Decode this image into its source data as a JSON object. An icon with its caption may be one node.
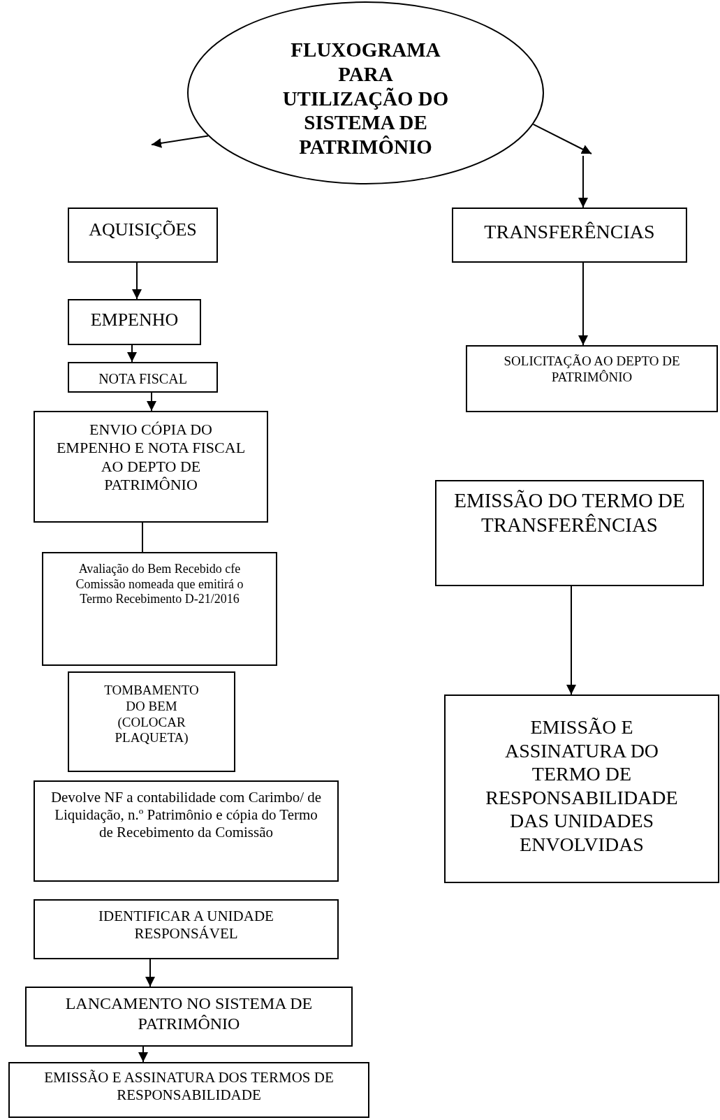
{
  "diagram": {
    "nodes": [
      {
        "text": [
          "FLUXOGRAMA PARA UTILIZAÇÃO DO SISTEMA DE PATRIMÔNIO"
        ]
      },
      {
        "text": [
          "AQUISIÇÕES"
        ]
      },
      {
        "text": [
          "EMPENHO"
        ]
      },
      {
        "text": [
          "NOTA FISCAL"
        ]
      },
      {
        "text": [
          "ENVIO CÓPIA DO EMPENHO E NOTA FISCAL AO DEPTO DE PATRIMÔNIO"
        ]
      },
      {
        "text": [
          "Avaliação do Bem Recebido cfe Comissão nomeada que emitirá o Termo Recebimento D-21/2016"
        ]
      },
      {
        "text": [
          "TOMBAMENTO DO BEM (COLOCAR PLAQUETA)"
        ]
      },
      {
        "text": [
          "Devolve NF a contabilidade com Carimbo/ de Liquidação, n.º Patrimônio e cópia do Termo de Recebimento da Comissão"
        ]
      },
      {
        "text": [
          "IDENTIFICAR A UNIDADE RESPONSÁVEL"
        ]
      },
      {
        "text": [
          "LANCAMENTO NO SISTEMA DE PATRIMÔNIO"
        ]
      },
      {
        "text": [
          "EMISSÃO E ASSINATURA DOS TERMOS DE  RESPONSABILIDADE"
        ]
      },
      {
        "text": [
          "TRANSFERÊNCIAS"
        ]
      },
      {
        "text": [
          "SOLICITAÇÃO AO DEPTO DE PATRIMÔNIO"
        ]
      },
      {
        "text": [
          "EMISSÃO DO TERMO DE TRANSFERÊNCIAS"
        ]
      },
      {
        "text": [
          "EMISSÃO E ASSINATURA DO TERMO DE RESPONSABILIDADE DAS UNIDADES ENVOLVIDAS"
        ]
      }
    ],
    "edges": [
      {
        "from": 0,
        "to": null,
        "arrow": "to"
      },
      {
        "from": 0,
        "to": null,
        "arrow": "to"
      },
      {
        "from": null,
        "to": 11,
        "arrow": "to"
      },
      {
        "from": 1,
        "to": 2,
        "arrow": "to"
      },
      {
        "from": 2,
        "to": 3,
        "arrow": "to"
      },
      {
        "from": 3,
        "to": 4,
        "arrow": "to"
      },
      {
        "from": 4,
        "to": 5,
        "arrow": "none"
      },
      {
        "from": 8,
        "to": 9,
        "arrow": "to"
      },
      {
        "from": 9,
        "to": 10,
        "arrow": "to"
      },
      {
        "from": 11,
        "to": 12,
        "arrow": "to"
      },
      {
        "from": 13,
        "to": 14,
        "arrow": "to"
      }
    ]
  }
}
